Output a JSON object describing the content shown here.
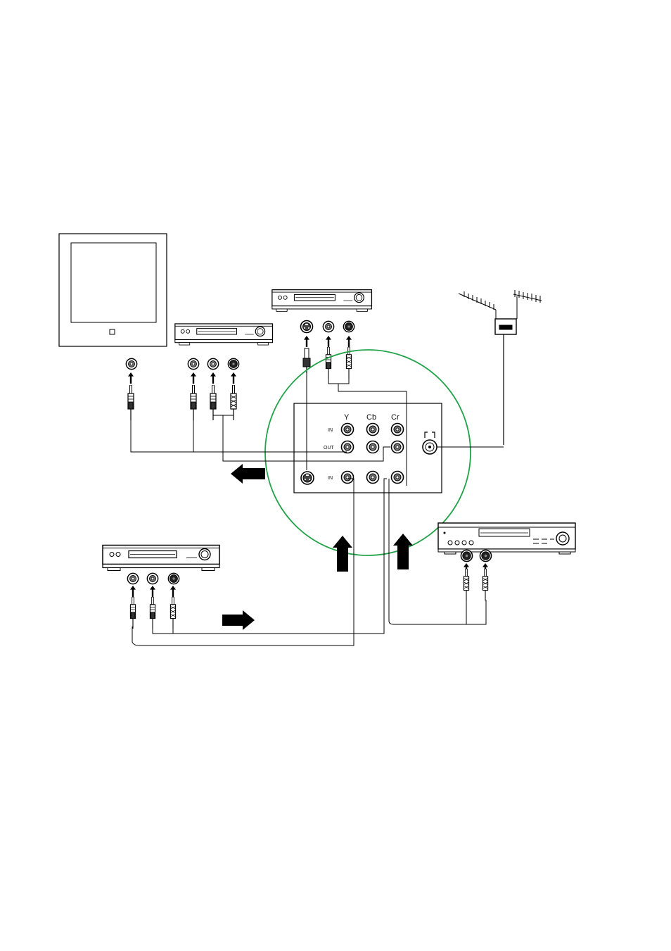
{
  "panel": {
    "header_y": "Y",
    "header_cb": "Cb",
    "header_cr": "Cr",
    "row_in": "IN",
    "row_out": "OUT",
    "row_in2": "IN",
    "antenna_symbol": "antenna-input-symbol"
  },
  "devices": {
    "tv": "tv-monitor",
    "vcr_top_left": "vcr",
    "vcr_top_center": "vcr",
    "vcr_bottom_left": "vcr",
    "amplifier": "audio-amplifier",
    "antenna": "antenna"
  },
  "colors": {
    "highlight_circle": "#22a34a",
    "line": "#000000"
  }
}
